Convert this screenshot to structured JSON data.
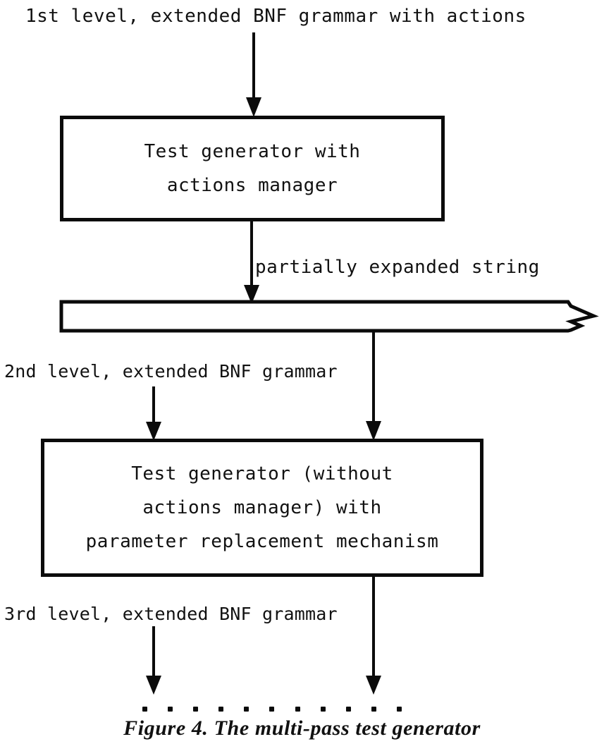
{
  "figure": {
    "caption": "Figure 4. The multi-pass test generator",
    "ink_color": "#0b0b0b",
    "background_color": "#ffffff"
  },
  "labels": {
    "level1": "1st level, extended BNF grammar with actions",
    "flow_label": "partially expanded string",
    "level2": "2nd level, extended BNF grammar",
    "level3": "3rd level, extended BNF grammar"
  },
  "boxes": [
    {
      "id": "test-generator-with-actions-manager",
      "lines": [
        "Test generator with",
        "actions manager"
      ]
    },
    {
      "id": "test-generator-parameter-replacement",
      "lines": [
        "Test generator (without",
        "actions manager) with",
        "parameter replacement mechanism"
      ]
    }
  ],
  "banner": {
    "id": "partially-expanded-string-tape",
    "shape": "rectangle-with-chevron-tail"
  },
  "continuation": {
    "dot_count": 11,
    "meaning": "ellipsis-continues"
  },
  "connectors": [
    {
      "id": "grammar1-to-box1",
      "from": "level1-label",
      "to": "box1",
      "arrowhead": true
    },
    {
      "id": "box1-to-tape",
      "from": "box1",
      "to": "banner",
      "arrowhead": true
    },
    {
      "id": "tape-to-box2",
      "from": "banner",
      "to": "box2",
      "arrowhead": true
    },
    {
      "id": "grammar2-to-box2",
      "from": "level2-label",
      "to": "box2",
      "arrowhead": true
    },
    {
      "id": "grammar3-to-dots",
      "from": "level3-label",
      "to": "continuation",
      "arrowhead": true
    },
    {
      "id": "box2-to-dots",
      "from": "box2",
      "to": "continuation",
      "arrowhead": true
    }
  ]
}
